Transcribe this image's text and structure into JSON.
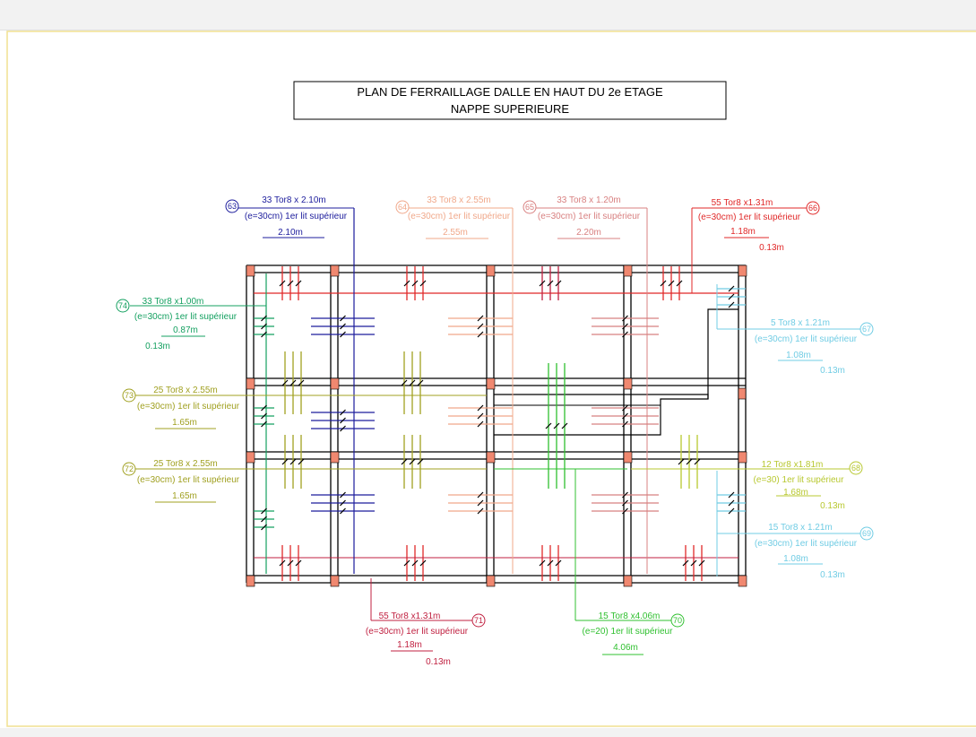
{
  "title": {
    "line1": "PLAN DE FERRAILLAGE DALLE EN HAUT DU 2e ETAGE",
    "line2": "NAPPE SUPERIEURE"
  },
  "colors": {
    "frame": "#f0e090",
    "structure": "#000000",
    "column": "#f08870"
  },
  "callouts": {
    "c63": {
      "num": "63",
      "l1": "33 Tor8 x 2.10m",
      "l2": "(e=30cm) 1er lit supérieur",
      "l3": "2.10m",
      "color": "#1c1c9c"
    },
    "c64": {
      "num": "64",
      "l1": "33 Tor8 x 2.55m",
      "l2": "(e=30cm) 1er lit supérieur",
      "l3": "2.55m",
      "color": "#f0a88a"
    },
    "c65": {
      "num": "65",
      "l1": "33 Tor8 x 1.20m",
      "l2": "(e=30cm) 1er lit supérieur",
      "l3": "2.20m",
      "color": "#d88080"
    },
    "c66": {
      "num": "66",
      "l1": "55 Tor8 x1.31m",
      "l2": "(e=30cm) 1er lit supérieur",
      "l3": "1.18m",
      "l4": "0.13m",
      "color": "#e02828"
    },
    "c67": {
      "num": "67",
      "l1": "5 Tor8 x 1.21m",
      "l2": "(e=30cm) 1er lit supérieur",
      "l3": "1.08m",
      "l4": "0.13m",
      "color": "#70cce4"
    },
    "c74": {
      "num": "74",
      "l1": "33 Tor8 x1.00m",
      "l2": "(e=30cm) 1er lit supérieur",
      "l3": "0.87m",
      "l4": "0.13m",
      "color": "#14a060"
    },
    "c73": {
      "num": "73",
      "l1": "25 Tor8 x 2.55m",
      "l2": "(e=30cm) 1er lit supérieur",
      "l3": "1.65m",
      "color": "#a0a020"
    },
    "c72": {
      "num": "72",
      "l1": "25 Tor8 x 2.55m",
      "l2": "(e=30cm) 1er lit supérieur",
      "l3": "1.65m",
      "color": "#a0a020"
    },
    "c68": {
      "num": "68",
      "l1": "12 Tor8 x1.81m",
      "l2": "(e=30) 1er lit supérieur",
      "l3": "1.68m",
      "l4": "0.13m",
      "color": "#b8c830"
    },
    "c69": {
      "num": "69",
      "l1": "15 Tor8 x 1.21m",
      "l2": "(e=30cm) 1er lit supérieur",
      "l3": "1.08m",
      "l4": "0.13m",
      "color": "#70cce4"
    },
    "c71": {
      "num": "71",
      "l1": "55 Tor8 x1.31m",
      "l2": "(e=30cm) 1er lit supérieur",
      "l3": "1.18m",
      "l4": "0.13m",
      "color": "#c02040"
    },
    "c70": {
      "num": "70",
      "l1": "15 Tor8 x4.06m",
      "l2": "(e=20) 1er lit supérieur",
      "l3": "4.06m",
      "color": "#30c030"
    }
  }
}
